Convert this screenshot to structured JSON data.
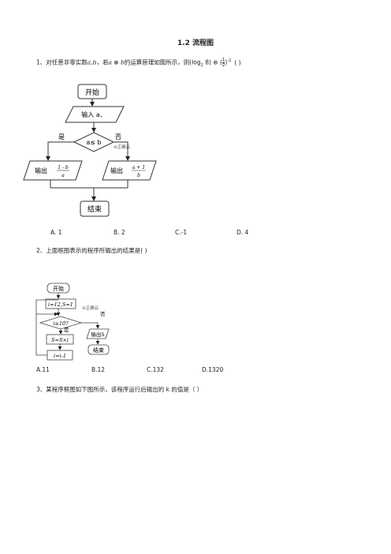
{
  "title": "1.2 流程图",
  "q1": {
    "text_before": "1、对任意非零实数",
    "vars": "a,b",
    "text_mid": "，若",
    "op": "a ⊗ b",
    "text_after": "的运算原理如图所示，则(log",
    "log_sub": "2",
    "log_arg": " 8) ⊗ (",
    "frac_num": "1",
    "frac_den": "2",
    "frac_close": ")",
    "exp": "-2",
    "paren": "(       )",
    "flow": {
      "start": "开始",
      "input": "输入 a、",
      "cond": "a≤ b",
      "yes": "是",
      "no": "否",
      "mark": "⊘正确云",
      "out_left_prefix": "输出",
      "out_left_num": "1 - b",
      "out_left_den": "a",
      "out_right_prefix": "输出",
      "out_right_num": "a + 1",
      "out_right_den": "b",
      "end": "结束"
    },
    "options": [
      "A. 1",
      "B. 2",
      "C.-1",
      "D. 4"
    ]
  },
  "q2": {
    "text": "2、上面框图表示的程序所输出的结果是(      )",
    "flow": {
      "start": "开始",
      "init": "i=12,S=1",
      "cond": "i≥10?",
      "mark": "⊘正确云",
      "yes": "是",
      "no": "否",
      "assign": "S=S×i",
      "output": "输出S",
      "decrement": "i=i-1",
      "end": "结束"
    },
    "options": [
      "A.11",
      "B.12",
      "C.132",
      "D.1320"
    ]
  },
  "q3": {
    "text": "3、某程序框图如下图所示，该程序运行后输出的 k 的值是（       ）"
  }
}
